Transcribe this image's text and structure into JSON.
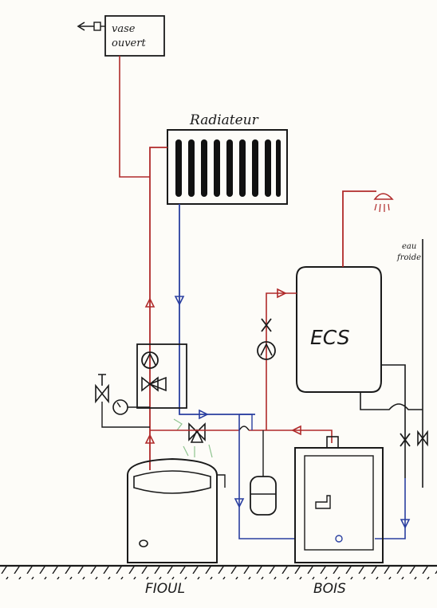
{
  "labels": {
    "expansion_tank": [
      "vase",
      "ouvert"
    ],
    "radiator": "Radiateur",
    "hot_water_tank": "ECS",
    "cold_water": [
      "eau",
      "froide"
    ],
    "oil_boiler": "FIOUL",
    "wood_boiler": "BOIS"
  },
  "colors": {
    "hot_pipe": "#b02a2a",
    "cold_pipe": "#2a3fa0",
    "ink": "#1a1a1a",
    "paper": "#fdfcf8",
    "ghost_green": "#8fc48f"
  }
}
